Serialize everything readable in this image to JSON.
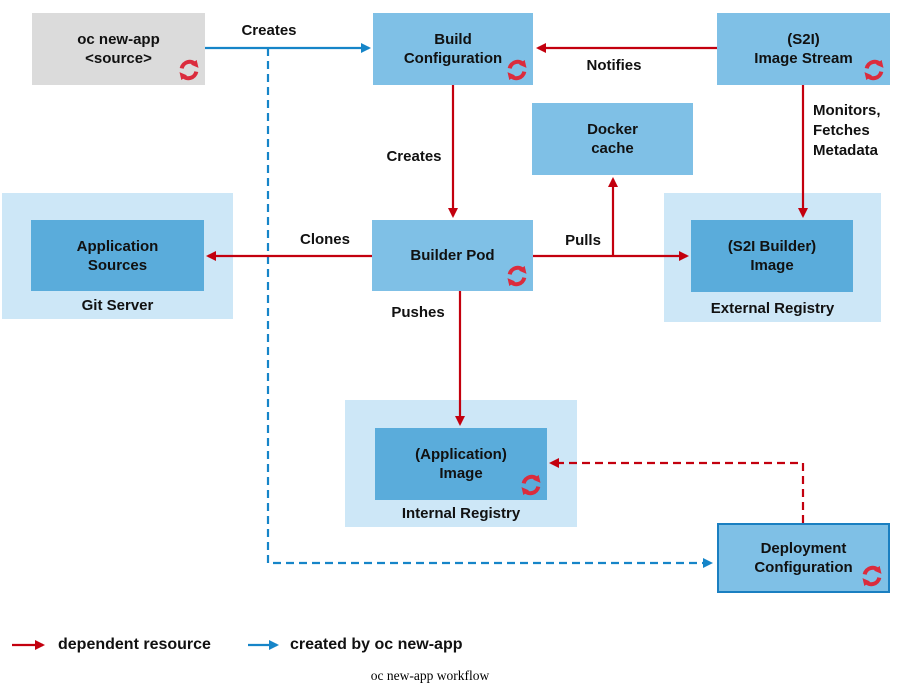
{
  "caption": "oc new-app workflow",
  "colors": {
    "arrow_red": "#c3000e",
    "arrow_blue": "#1685c8",
    "node_blue": "#7fc0e6",
    "nested_blue": "#5aacdb",
    "group_blue": "#cde7f7",
    "gray_box": "#dbdbdb",
    "icon_red": "#db2c3d",
    "border_blue": "#1a7fc1"
  },
  "nodes": {
    "oc_new_app": {
      "line1": "oc new-app",
      "line2": "<source>"
    },
    "build_config": {
      "line1": "Build",
      "line2": "Configuration"
    },
    "image_stream": {
      "line1": "(S2I)",
      "line2": "Image Stream"
    },
    "docker_cache": {
      "line1": "Docker",
      "line2": "cache"
    },
    "builder_pod": {
      "line1": "Builder Pod"
    },
    "application_sources": {
      "line1": "Application",
      "line2": "Sources"
    },
    "s2i_builder_image": {
      "line1": "(S2I Builder)",
      "line2": "Image"
    },
    "application_image": {
      "line1": "(Application)",
      "line2": "Image"
    },
    "deployment_config": {
      "line1": "Deployment",
      "line2": "Configuration"
    }
  },
  "groups": {
    "git_server": "Git Server",
    "external_registry": "External Registry",
    "internal_registry": "Internal Registry"
  },
  "edge_labels": {
    "creates_blue": "Creates",
    "creates_red": "Creates",
    "notifies": "Notifies",
    "monitors_line1": "Monitors,",
    "monitors_line2": "Fetches",
    "monitors_line3": "Metadata",
    "clones": "Clones",
    "pulls": "Pulls",
    "pushes": "Pushes"
  },
  "legend": {
    "dependent": "dependent resource",
    "created": "created by oc new-app"
  }
}
